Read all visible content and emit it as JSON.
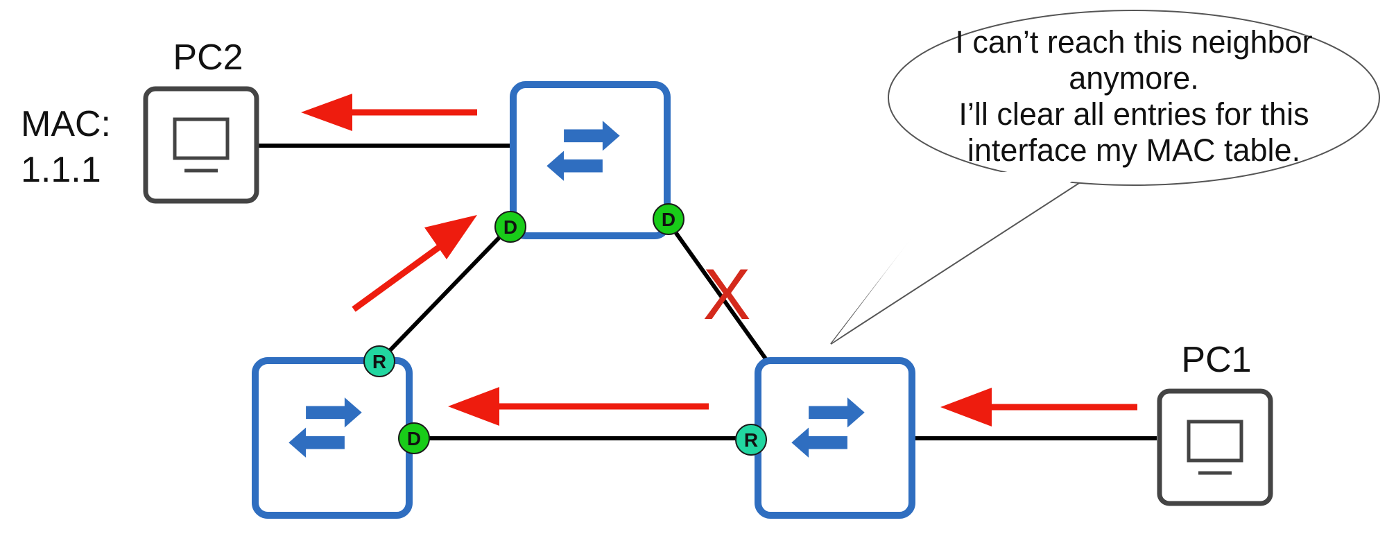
{
  "labels": {
    "pc2": "PC2",
    "pc1": "PC1",
    "mac_label": "MAC:",
    "mac_value": "1.1.1"
  },
  "callout": {
    "lines": [
      "I can’t reach this neighbor",
      "anymore.",
      "I’ll clear all entries for this",
      "interface my MAC table."
    ]
  },
  "ports": {
    "top_left": "D",
    "top_right": "D",
    "left_top": "R",
    "left_right": "D",
    "right_left": "R"
  },
  "link_failure_mark": "X",
  "colors": {
    "switch_border": "#2f6ec0",
    "switch_icon": "#2f6ec0",
    "pc_border": "#444444",
    "link": "#000000",
    "arrow": "#ee1c0e",
    "failure_x": "#d42a1c",
    "designated_port": "#19cc19",
    "root_port": "#22d6a0"
  },
  "icons": {
    "switch": "switch-arrows-icon",
    "pc": "monitor-icon"
  }
}
